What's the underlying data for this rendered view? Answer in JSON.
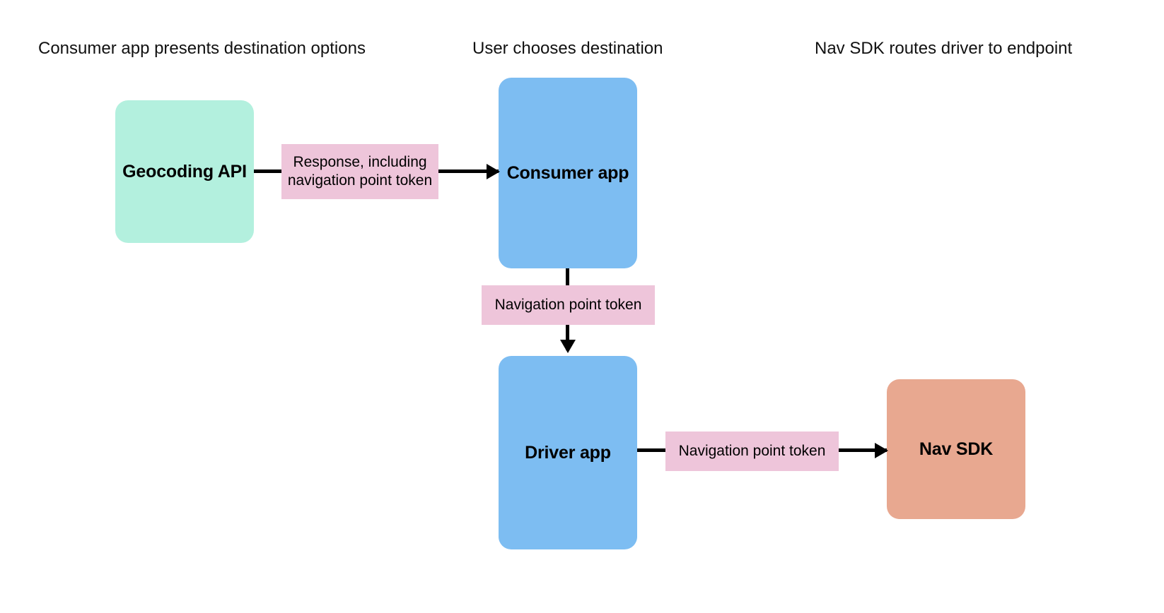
{
  "diagram": {
    "title_row": [
      {
        "id": "col-1",
        "text": "Consumer app presents destination options"
      },
      {
        "id": "col-2",
        "text": "User chooses destination"
      },
      {
        "id": "col-3",
        "text": "Nav SDK routes driver to endpoint"
      }
    ],
    "nodes": [
      {
        "id": "geocoding-api",
        "label": "Geocoding API",
        "color": "#b3f0de"
      },
      {
        "id": "consumer-app",
        "label": "Consumer app",
        "color": "#7dbdf2"
      },
      {
        "id": "driver-app",
        "label": "Driver app",
        "color": "#7dbdf2"
      },
      {
        "id": "nav-sdk",
        "label": "Nav SDK",
        "color": "#e8a890"
      }
    ],
    "edges": [
      {
        "id": "edge-geocoding-to-consumer",
        "from": "geocoding-api",
        "to": "consumer-app",
        "label": "Response, including navigation point token",
        "label_color": "#eec5da",
        "direction": "right"
      },
      {
        "id": "edge-consumer-to-driver",
        "from": "consumer-app",
        "to": "driver-app",
        "label": "Navigation point token",
        "label_color": "#eec5da",
        "direction": "down"
      },
      {
        "id": "edge-driver-to-navsdk",
        "from": "driver-app",
        "to": "nav-sdk",
        "label": "Navigation point token",
        "label_color": "#eec5da",
        "direction": "right"
      }
    ],
    "palette": {
      "background": "#ffffff",
      "line": "#000000",
      "text": "#000000",
      "mint": "#b3f0de",
      "blue": "#7dbdf2",
      "salmon": "#e8a890",
      "pink": "#eec5da"
    }
  }
}
